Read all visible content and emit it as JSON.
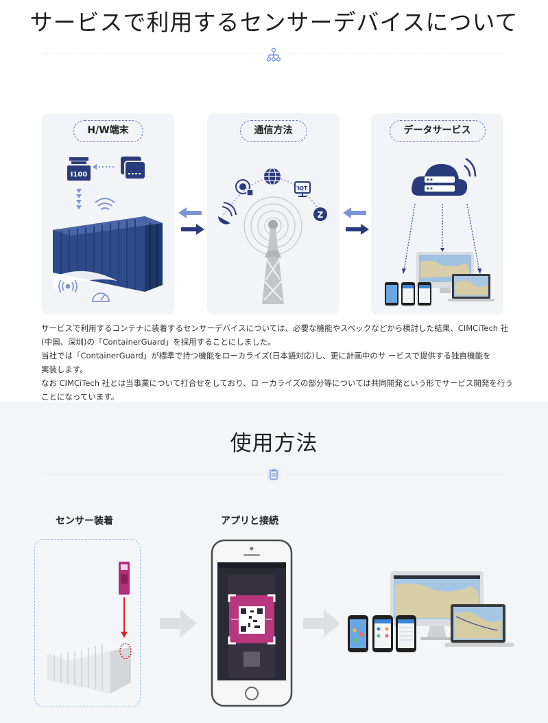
{
  "page": {
    "title": "サービスで利用するセンサーデバイスについて",
    "usage_title": "使用方法"
  },
  "panels": [
    {
      "label": "H/W端末"
    },
    {
      "label": "通信方法"
    },
    {
      "label": "データサービス"
    }
  ],
  "description": [
    "サービスで利用するコンテナに装着するセンサーデバイスについては、必要な機能やスペックなどから検討した結果、CIMCiTech 社",
    "(中国、深圳)の「ContainerGuard」を採用することにしました。",
    "当社では「ContainerGuard」が標準で持つ機能をローカライズ(日本語対応)し、更に計画中のサ ービスで提供する独自機能を",
    "実装します。",
    "なお CIMCiTech 社とは当事業について打合せをしており、ロ ーカライズの部分等については共同開発という形でサービス開発を行う",
    "ことになっています。"
  ],
  "steps": [
    {
      "label": "センサー装着"
    },
    {
      "label": "アプリと接続"
    }
  ],
  "icons": {
    "network": "network-tree-icon",
    "clipboard": "clipboard-icon",
    "iot_label": "IOT",
    "zigbee_label": "Z",
    "device_label": "I100"
  },
  "colors": {
    "accent_blue": "#2a3b7c",
    "light_blue": "#7c95d6",
    "panel_bg": "#f3f4f7",
    "arrow_gray": "#d9dadc"
  }
}
